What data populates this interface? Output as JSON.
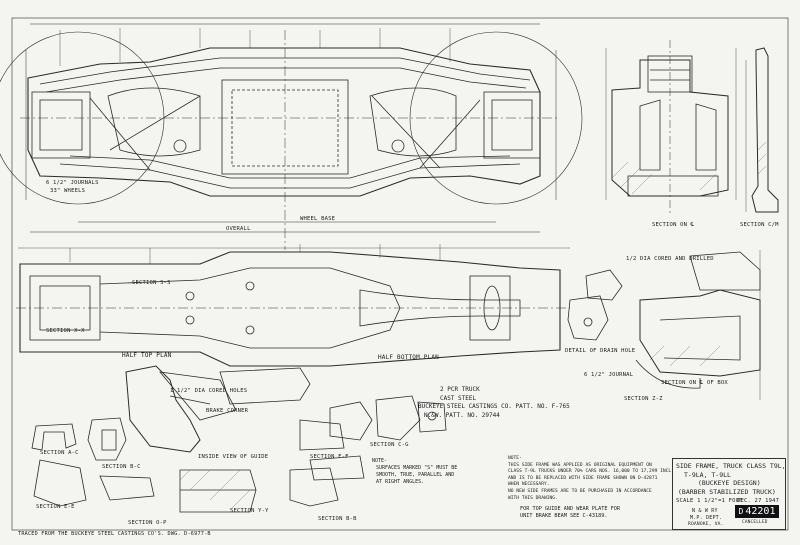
{
  "drawing": {
    "labels": {
      "journal": "6 1/2\" JOURNALS",
      "wheels": "33\" WHEELS",
      "overall": "OVERALL",
      "wheel_base": "WHEEL BASE",
      "section_qc": "SECTION ON ℄",
      "section_cm": "SECTION C/M",
      "section_ss": "SECTION S-S",
      "section_xx": "SECTION X-X",
      "section_zz": "SECTION Z-Z",
      "section_ac": "SECTION A-C",
      "section_bc": "SECTION B-C",
      "section_cg": "SECTION C-G",
      "section_ff": "SECTION F-F",
      "section_yy": "SECTION Y-Y",
      "section_bb": "SECTION B-B",
      "section_op": "SECTION O-P",
      "section_ee": "SECTION E-E",
      "section_qbox": "SECTION ON ℄ OF BOX",
      "half_top": "HALF TOP PLAN",
      "half_bottom": "HALF BOTTOM PLAN",
      "detail_drain": "DETAIL OF DRAIN HOLE",
      "inside_view": "INSIDE VIEW OF GUIDE",
      "core_holes": "1 1/2\" DIA CORED HOLES",
      "brake_corner": "BRAKE CORNER",
      "journal_65": "6 1/2\" JOURNAL",
      "dia_drilled": "1/2 DIA CORED AND DRILLED"
    },
    "spec": {
      "line1": "2 PCR TRUCK",
      "line2": "CAST STEEL",
      "line3": "BUCKEYE STEEL CASTINGS CO. PATT. NO. F-765",
      "line4": "N.&W. PATT. NO. 29744"
    },
    "note_surfaces": {
      "line1": "NOTE-",
      "line2": "SURFACES MARKED \"S\" MUST BE",
      "line3": "SMOOTH, TRUE, PARALLEL AND",
      "line4": "AT RIGHT ANGLES."
    },
    "note_side_frame": {
      "line1": "NOTE-",
      "line2": "THIS SIDE FRAME WAS APPLIED AS ORIGINAL EQUIPMENT ON",
      "line3": "CLASS T-9L TRUCKS UNDER 70% CARS NOS. 16,000 TO 17,299 INCL.",
      "line4": "AND IS TO BE REPLACED WITH SIDE FRAME SHOWN ON D-42871",
      "line5": "WHEN NECESSARY.",
      "line6": "NO NEW SIDE FRAMES ARE TO BE PURCHASED IN ACCORDANCE",
      "line7": "WITH THIS DRAWING."
    },
    "guide_note": {
      "line1": "FOR TOP GUIDE AND WEAR PLATE FOR",
      "line2": "UNIT BRAKE BEAM SEE C-43189."
    },
    "traced_from": "TRACED FROM THE BUCKEYE STEEL CASTINGS CO'S. DWG. D-6977-B",
    "title_block": {
      "title1": "SIDE FRAME, TRUCK CLASS T9L,",
      "title2": "T-9LA, T-9LL",
      "title3": "(BUCKEYE DESIGN)",
      "title4": "(BARBER STABILIZED TRUCK)",
      "scale": "SCALE 1 1/2\"=1 FOOT",
      "date": "DEC. 27 1947",
      "company": "N & W RY",
      "dept": "M.P. DEPT.",
      "city": "ROANOKE, VA.",
      "drawing_prefix": "D",
      "drawing_number": "42201",
      "stamp": "CANCELLED"
    }
  }
}
